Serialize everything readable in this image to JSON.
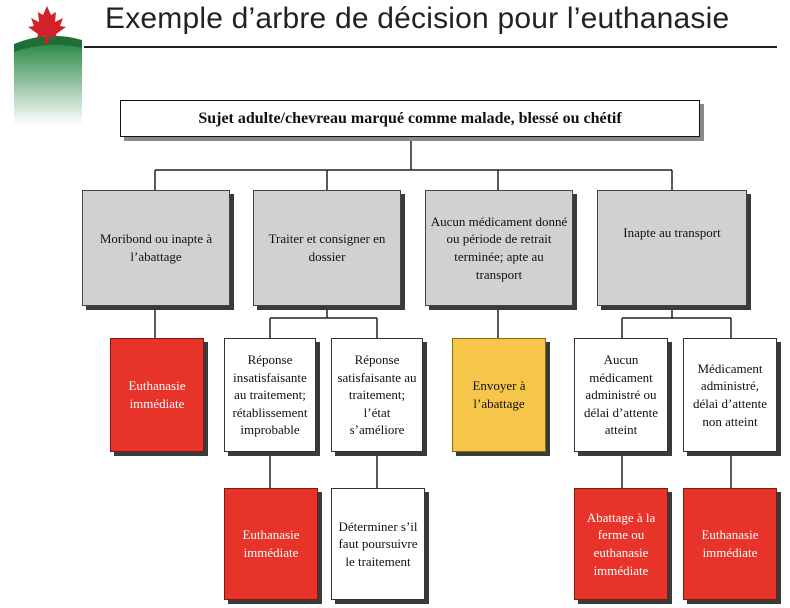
{
  "title": "Exemple d’arbre de décision pour l’euthanasie",
  "colors": {
    "red": "#e8332a",
    "yellow": "#f6c64a",
    "gray": "#d1d1d1",
    "logo_green": "#2e8a4a",
    "maple_red": "#d4202a"
  },
  "logo": {
    "icon": "maple-leaf-icon"
  },
  "nodes": {
    "root": "Sujet adulte/chevreau marqué comme malade, blessé ou chétif",
    "moribond": "Moribond ou inapte à l’abattage",
    "traiter": "Traiter et consigner en dossier",
    "aucun_medicament": "Aucun médicament donné ou période de retrait terminée; apte au transport",
    "inapte_transport": "Inapte au transport",
    "euthanasie_1": "Euthanasie immédiate",
    "reponse_insatisfaisante": "Réponse insatisfaisante au traitement; rétablissement improbable",
    "reponse_satisfaisante": "Réponse satisfaisante au traitement; l’état s’améliore",
    "envoyer_abattage": "Envoyer à l’abattage",
    "aucun_medicament_delai": "Aucun médicament administré ou délai d’attente atteint",
    "medicament_administre": "Médicament administré, délai d’attente non atteint",
    "euthanasie_2": "Euthanasie immédiate",
    "determiner": "Déterminer s’il faut poursuivre le traitement",
    "abattage_ferme": "Abattage à la ferme ou euthanasie immédiate",
    "euthanasie_3": "Euthanasie immédiate"
  }
}
